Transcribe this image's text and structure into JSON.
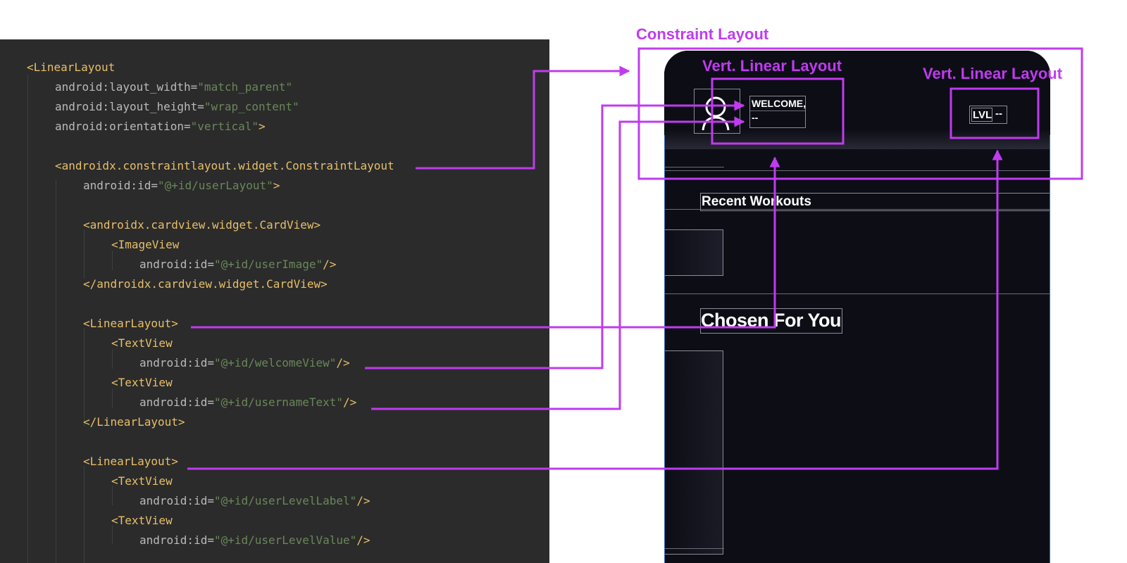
{
  "code": {
    "lines": [
      [
        {
          "t": "<LinearLayout",
          "c": "tag"
        }
      ],
      [
        {
          "t": "android:layout_width=",
          "c": "attr"
        },
        {
          "t": "\"match_parent\"",
          "c": "val"
        }
      ],
      [
        {
          "t": "android:layout_height=",
          "c": "attr"
        },
        {
          "t": "\"wrap_content\"",
          "c": "val"
        }
      ],
      [
        {
          "t": "android:orientation=",
          "c": "attr"
        },
        {
          "t": "\"vertical\"",
          "c": "val"
        },
        {
          "t": ">",
          "c": "tag"
        }
      ],
      [
        {
          "t": "<androidx.constraintlayout.widget.ConstraintLayout",
          "c": "tag"
        }
      ],
      [
        {
          "t": "android:id=",
          "c": "attr"
        },
        {
          "t": "\"@+id/userLayout\"",
          "c": "val"
        },
        {
          "t": ">",
          "c": "tag"
        }
      ],
      [
        {
          "t": "<androidx.cardview.widget.CardView>",
          "c": "tag"
        }
      ],
      [
        {
          "t": "<ImageView",
          "c": "tag"
        }
      ],
      [
        {
          "t": "android:id=",
          "c": "attr"
        },
        {
          "t": "\"@+id/userImage\"",
          "c": "val"
        },
        {
          "t": "/>",
          "c": "tag"
        }
      ],
      [
        {
          "t": "</androidx.cardview.widget.CardView>",
          "c": "tag"
        }
      ],
      [
        {
          "t": "<LinearLayout>",
          "c": "tag"
        }
      ],
      [
        {
          "t": "<TextView",
          "c": "tag"
        }
      ],
      [
        {
          "t": "android:id=",
          "c": "attr"
        },
        {
          "t": "\"@+id/welcomeView\"",
          "c": "val"
        },
        {
          "t": "/>",
          "c": "tag"
        }
      ],
      [
        {
          "t": "<TextView",
          "c": "tag"
        }
      ],
      [
        {
          "t": "android:id=",
          "c": "attr"
        },
        {
          "t": "\"@+id/usernameText\"",
          "c": "val"
        },
        {
          "t": "/>",
          "c": "tag"
        }
      ],
      [
        {
          "t": "</LinearLayout>",
          "c": "tag"
        }
      ],
      [
        {
          "t": "<LinearLayout>",
          "c": "tag"
        }
      ],
      [
        {
          "t": "<TextView",
          "c": "tag"
        }
      ],
      [
        {
          "t": "android:id=",
          "c": "attr"
        },
        {
          "t": "\"@+id/userLevelLabel\"",
          "c": "val"
        },
        {
          "t": "/>",
          "c": "tag"
        }
      ],
      [
        {
          "t": "<TextView",
          "c": "tag"
        }
      ],
      [
        {
          "t": "android:id=",
          "c": "attr"
        },
        {
          "t": "\"@+id/userLevelValue\"",
          "c": "val"
        },
        {
          "t": "/>",
          "c": "tag"
        }
      ]
    ]
  },
  "phone": {
    "welcome": "WELCOME,",
    "username": "--",
    "level_label": "LVL",
    "level_value": "--",
    "recent_workouts": "Recent Workouts",
    "chosen_for_you": "Chosen For You"
  },
  "callouts": {
    "constraint_layout": "Constraint Layout",
    "vert_linear_left": "Vert. Linear Layout",
    "vert_linear_right": "Vert. Linear Layout"
  },
  "colors": {
    "callout": "#c03bef",
    "code_bg": "#2b2b2b",
    "phone_bg": "#0d0d16"
  },
  "icons": {
    "user_image": "user-avatar-icon"
  }
}
